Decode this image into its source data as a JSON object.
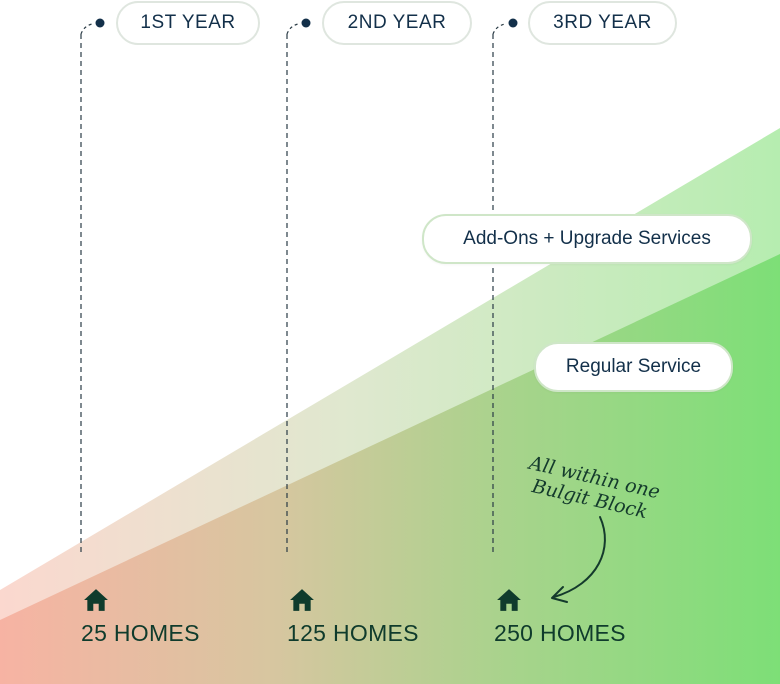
{
  "years": [
    "1ST YEAR",
    "2ND YEAR",
    "3RD YEAR"
  ],
  "homes": [
    "25 HOMES",
    "125 HOMES",
    "250 HOMES"
  ],
  "services": {
    "addons": "Add-Ons + Upgrade Services",
    "regular": "Regular Service"
  },
  "note": {
    "line1": "All within one",
    "line2": "Bulgit Block"
  },
  "colors": {
    "ink": "#13304a",
    "home_green": "#0f3b2c",
    "gradient_start": "#f8b5a5",
    "gradient_end": "#7fe07b",
    "light_band_start": "#fbd3c9",
    "light_band_end": "#b8edb2"
  },
  "icons": [
    "house-icon",
    "timeline-dot-icon",
    "curved-arrow-icon"
  ]
}
